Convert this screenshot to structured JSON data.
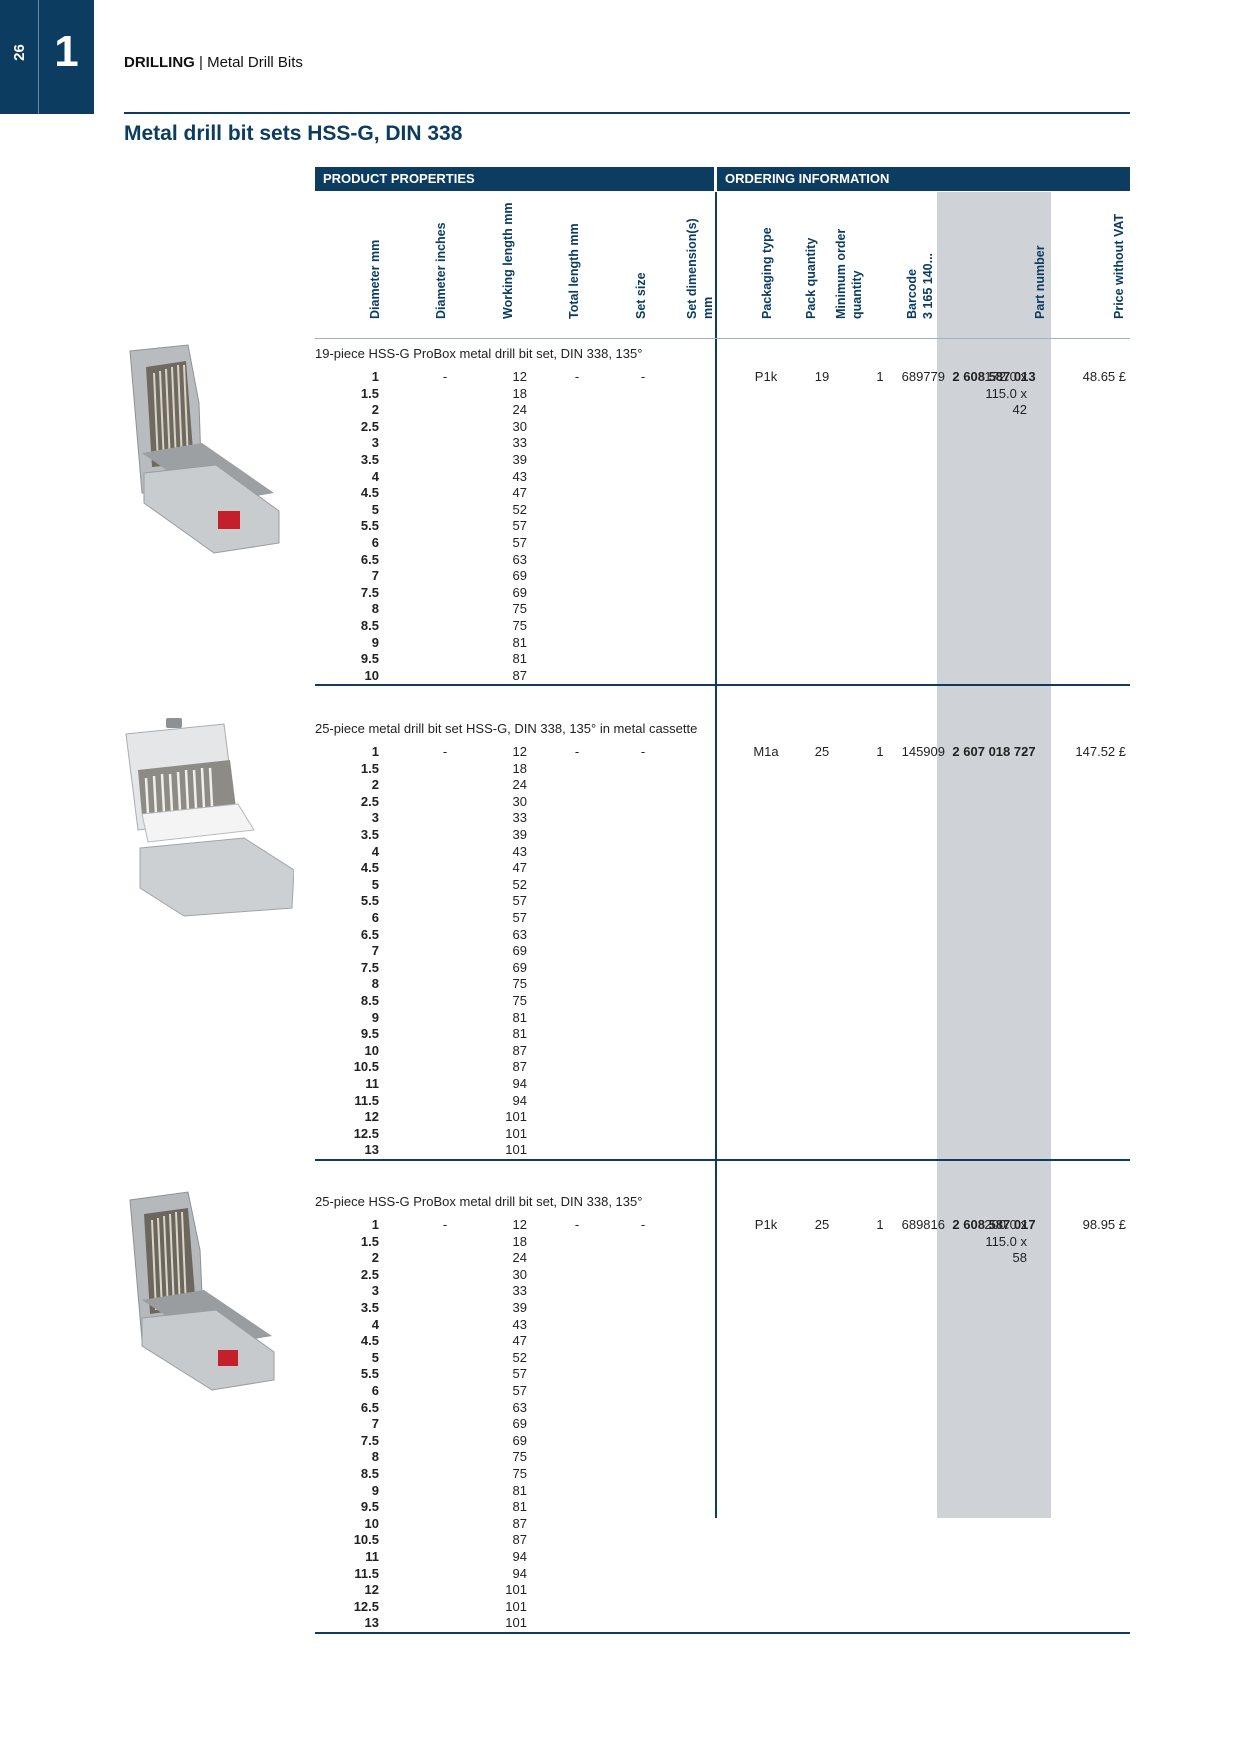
{
  "page": {
    "number": "26",
    "chapter": "1"
  },
  "breadcrumb": {
    "section": "DRILLING",
    "sep": "|",
    "sub": "Metal Drill Bits"
  },
  "title": "Metal drill bit sets HSS-G, DIN 338",
  "table_header": {
    "left": "PRODUCT PROPERTIES",
    "right": "ORDERING INFORMATION",
    "columns": [
      "Diameter mm",
      "Diameter inches",
      "Working length mm",
      "Total length mm",
      "Set size",
      "Set dimension(s)",
      "mm",
      "Packaging type",
      "Pack quantity",
      "Minimum order",
      "quantity",
      "Barcode",
      "3 165 140...",
      "Part number",
      "Price without VAT"
    ]
  },
  "sections": [
    {
      "caption": "19-piece HSS-G ProBox metal drill bit set, DIN 338, 135°",
      "rows": [
        [
          "1",
          "12"
        ],
        [
          "1.5",
          "18"
        ],
        [
          "2",
          "24"
        ],
        [
          "2.5",
          "30"
        ],
        [
          "3",
          "33"
        ],
        [
          "3.5",
          "39"
        ],
        [
          "4",
          "43"
        ],
        [
          "4.5",
          "47"
        ],
        [
          "5",
          "52"
        ],
        [
          "5.5",
          "57"
        ],
        [
          "6",
          "57"
        ],
        [
          "6.5",
          "63"
        ],
        [
          "7",
          "69"
        ],
        [
          "7.5",
          "69"
        ],
        [
          "8",
          "75"
        ],
        [
          "8.5",
          "75"
        ],
        [
          "9",
          "81"
        ],
        [
          "9.5",
          "81"
        ],
        [
          "10",
          "87"
        ]
      ],
      "inches": "-",
      "total_length": "-",
      "set_size": "-",
      "set_dims": [
        "172.0 x",
        "115.0 x",
        "42"
      ],
      "packaging": "P1k",
      "pack_qty": "19",
      "min_order": "1",
      "barcode": "689779",
      "part_number": "2 608 587 013",
      "price": "48.65 £"
    },
    {
      "caption": "25-piece metal drill bit set HSS-G, DIN 338, 135° in metal cassette",
      "rows": [
        [
          "1",
          "12"
        ],
        [
          "1.5",
          "18"
        ],
        [
          "2",
          "24"
        ],
        [
          "2.5",
          "30"
        ],
        [
          "3",
          "33"
        ],
        [
          "3.5",
          "39"
        ],
        [
          "4",
          "43"
        ],
        [
          "4.5",
          "47"
        ],
        [
          "5",
          "52"
        ],
        [
          "5.5",
          "57"
        ],
        [
          "6",
          "57"
        ],
        [
          "6.5",
          "63"
        ],
        [
          "7",
          "69"
        ],
        [
          "7.5",
          "69"
        ],
        [
          "8",
          "75"
        ],
        [
          "8.5",
          "75"
        ],
        [
          "9",
          "81"
        ],
        [
          "9.5",
          "81"
        ],
        [
          "10",
          "87"
        ],
        [
          "10.5",
          "87"
        ],
        [
          "11",
          "94"
        ],
        [
          "11.5",
          "94"
        ],
        [
          "12",
          "101"
        ],
        [
          "12.5",
          "101"
        ],
        [
          "13",
          "101"
        ]
      ],
      "inches": "-",
      "total_length": "-",
      "set_size": "-",
      "set_dims": [
        "-"
      ],
      "packaging": "M1a",
      "pack_qty": "25",
      "min_order": "1",
      "barcode": "145909",
      "part_number": "2 607 018 727",
      "price": "147.52 £"
    },
    {
      "caption": "25-piece HSS-G ProBox metal drill bit set, DIN 338, 135°",
      "rows": [
        [
          "1",
          "12"
        ],
        [
          "1.5",
          "18"
        ],
        [
          "2",
          "24"
        ],
        [
          "2.5",
          "30"
        ],
        [
          "3",
          "33"
        ],
        [
          "3.5",
          "39"
        ],
        [
          "4",
          "43"
        ],
        [
          "4.5",
          "47"
        ],
        [
          "5",
          "52"
        ],
        [
          "5.5",
          "57"
        ],
        [
          "6",
          "57"
        ],
        [
          "6.5",
          "63"
        ],
        [
          "7",
          "69"
        ],
        [
          "7.5",
          "69"
        ],
        [
          "8",
          "75"
        ],
        [
          "8.5",
          "75"
        ],
        [
          "9",
          "81"
        ],
        [
          "9.5",
          "81"
        ],
        [
          "10",
          "87"
        ],
        [
          "10.5",
          "87"
        ],
        [
          "11",
          "94"
        ],
        [
          "11.5",
          "94"
        ],
        [
          "12",
          "101"
        ],
        [
          "12.5",
          "101"
        ],
        [
          "13",
          "101"
        ]
      ],
      "inches": "-",
      "total_length": "-",
      "set_size": "-",
      "set_dims": [
        "200.0 x",
        "115.0 x",
        "58"
      ],
      "packaging": "P1k",
      "pack_qty": "25",
      "min_order": "1",
      "barcode": "689816",
      "part_number": "2 608 587 017",
      "price": "98.95 £"
    }
  ]
}
